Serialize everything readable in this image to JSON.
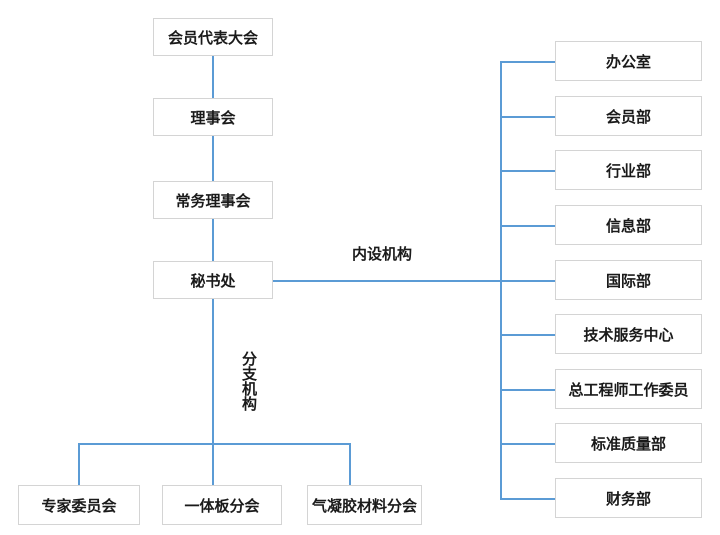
{
  "org": {
    "chain": [
      "会员代表大会",
      "理事会",
      "常务理事会",
      "秘书处"
    ],
    "internal": {
      "label": "内设机构",
      "departments": [
        "办公室",
        "会员部",
        "行业部",
        "信息部",
        "国际部",
        "技术服务中心",
        "总工程师工作委员",
        "标准质量部",
        "财务部"
      ]
    },
    "branch": {
      "label": "分支机构",
      "items": [
        "专家委员会",
        "一体板分会",
        "气凝胶材料分会"
      ]
    }
  },
  "colors": {
    "connector": "#5B9BD5",
    "box_border": "#D4D4D4",
    "box_background": "#FFFFFF",
    "text": "#1A1A1A",
    "page_background": "#FFFFFF"
  }
}
